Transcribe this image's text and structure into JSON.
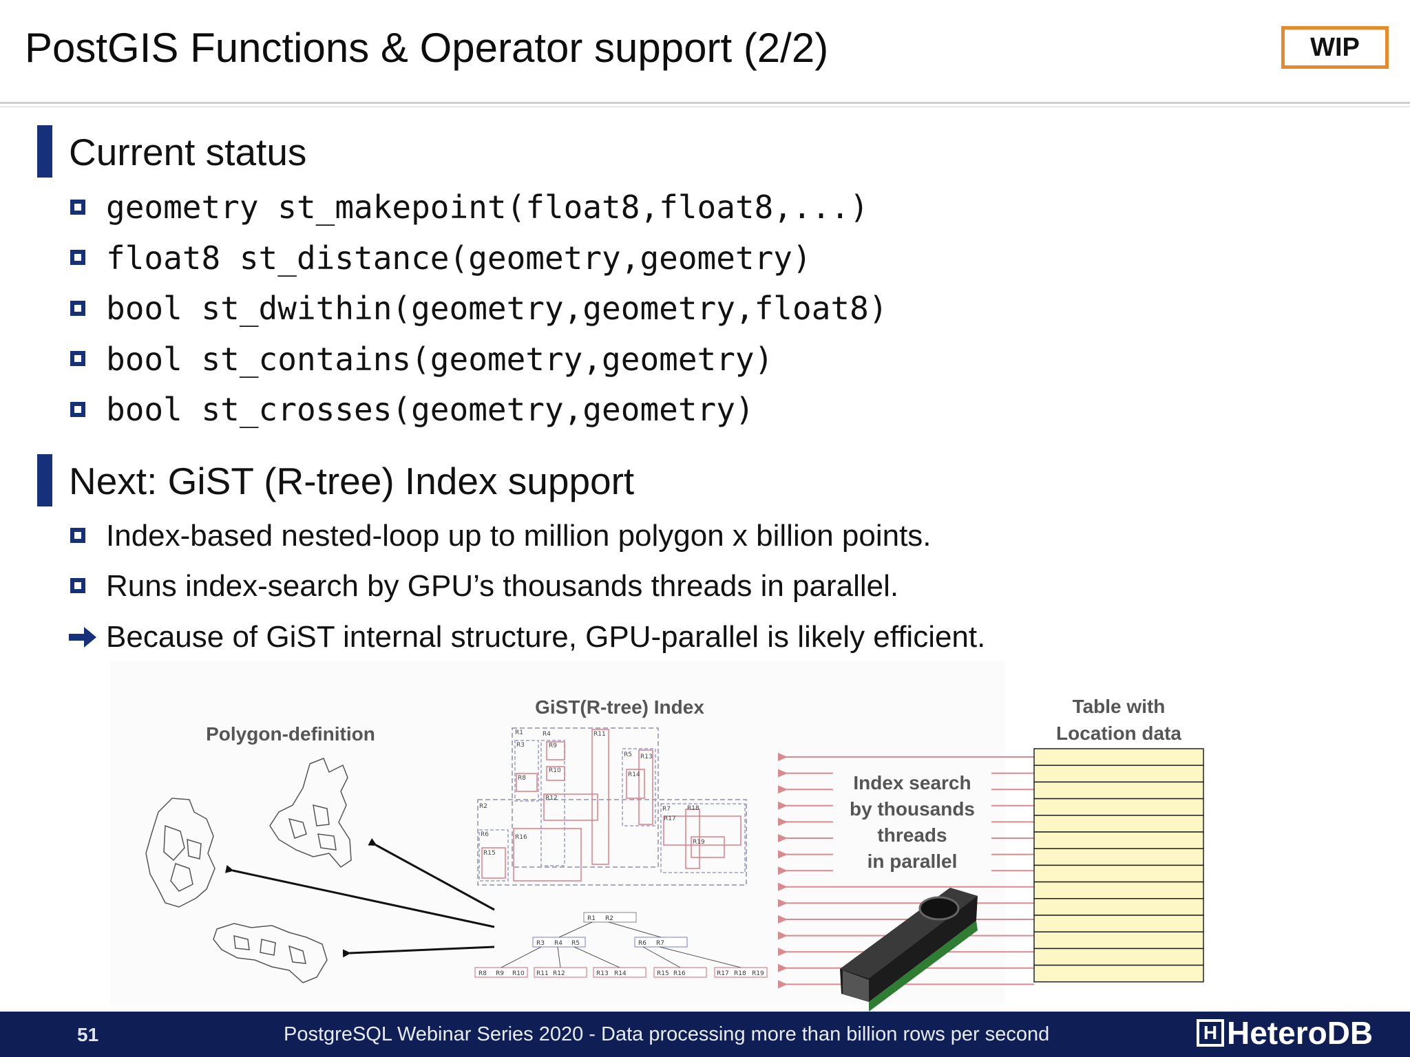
{
  "slide": {
    "title": "PostGIS Functions & Operator support (2/2)",
    "badge": "WIP"
  },
  "section1": {
    "heading": "Current status",
    "items": [
      "geometry st_makepoint(float8,float8,...)",
      "float8 st_distance(geometry,geometry)",
      "bool st_dwithin(geometry,geometry,float8)",
      "bool st_contains(geometry,geometry)",
      "bool st_crosses(geometry,geometry)"
    ]
  },
  "section2": {
    "heading": "Next: GiST (R-tree) Index support",
    "items": [
      "Index-based nested-loop up to million polygon x billion points.",
      "Runs index-search by GPU’s thousands threads in parallel."
    ],
    "conclusion": "Because of GiST internal structure, GPU-parallel is likely efficient."
  },
  "diagram": {
    "polygon_label": "Polygon-definition",
    "index_label": "GiST(R-tree) Index",
    "table_label_line1": "Table with",
    "table_label_line2": "Location data",
    "search_line1": "Index search",
    "search_line2": "by thousands",
    "search_line3": "threads",
    "search_line4": "in parallel",
    "rect_labels": [
      "R1",
      "R2",
      "R3",
      "R4",
      "R5",
      "R6",
      "R7",
      "R8",
      "R9",
      "R10",
      "R11",
      "R12",
      "R13",
      "R14",
      "R15",
      "R16",
      "R17",
      "R18",
      "R19"
    ],
    "tree_root": [
      "R1",
      "R2"
    ],
    "tree_level1_left": [
      "R3",
      "R4",
      "R5"
    ],
    "tree_level1_right": [
      "R6",
      "R7"
    ],
    "tree_leaves": [
      [
        "R8",
        "R9",
        "R10"
      ],
      [
        "R11",
        "R12"
      ],
      [
        "R13",
        "R14"
      ],
      [
        "R15",
        "R16"
      ],
      [
        "R17",
        "R18",
        "R19"
      ]
    ]
  },
  "footer": {
    "page_number": "51",
    "series_text": "PostgreSQL Webinar Series 2020 - Data processing more than billion rows per second",
    "logo_text": "HeteroDB",
    "logo_mark": "H"
  },
  "colors": {
    "accent_blue": "#17307a",
    "footer_bg": "#0f1f56",
    "badge_orange": "#e8892a",
    "table_fill": "#fdf7c6",
    "arrow_pink": "#d98a8f"
  }
}
